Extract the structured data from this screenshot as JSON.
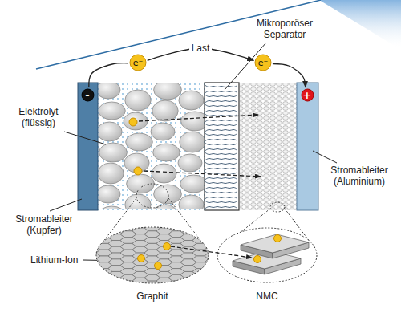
{
  "diagram": {
    "nodes": [
      {
        "text": [
          "-"
        ]
      },
      {
        "text": [
          "e⁻"
        ]
      },
      {
        "text": [
          "e⁻"
        ]
      },
      {
        "text": [
          "+"
        ]
      }
    ],
    "edges": [
      {
        "from": 0,
        "to": 1,
        "arrow": "none"
      },
      {
        "from": 1,
        "to": 2,
        "arrow": "to",
        "label": "Last"
      },
      {
        "from": 2,
        "to": 3,
        "arrow": "to"
      }
    ],
    "labels": [
      "Mikroporöser Separator",
      "Elektrolyt (flüssig)",
      "Stromableiter (Aluminium)",
      "Stromableiter (Kupfer)",
      "Lithium-Ion",
      "Graphit",
      "NMC"
    ]
  }
}
